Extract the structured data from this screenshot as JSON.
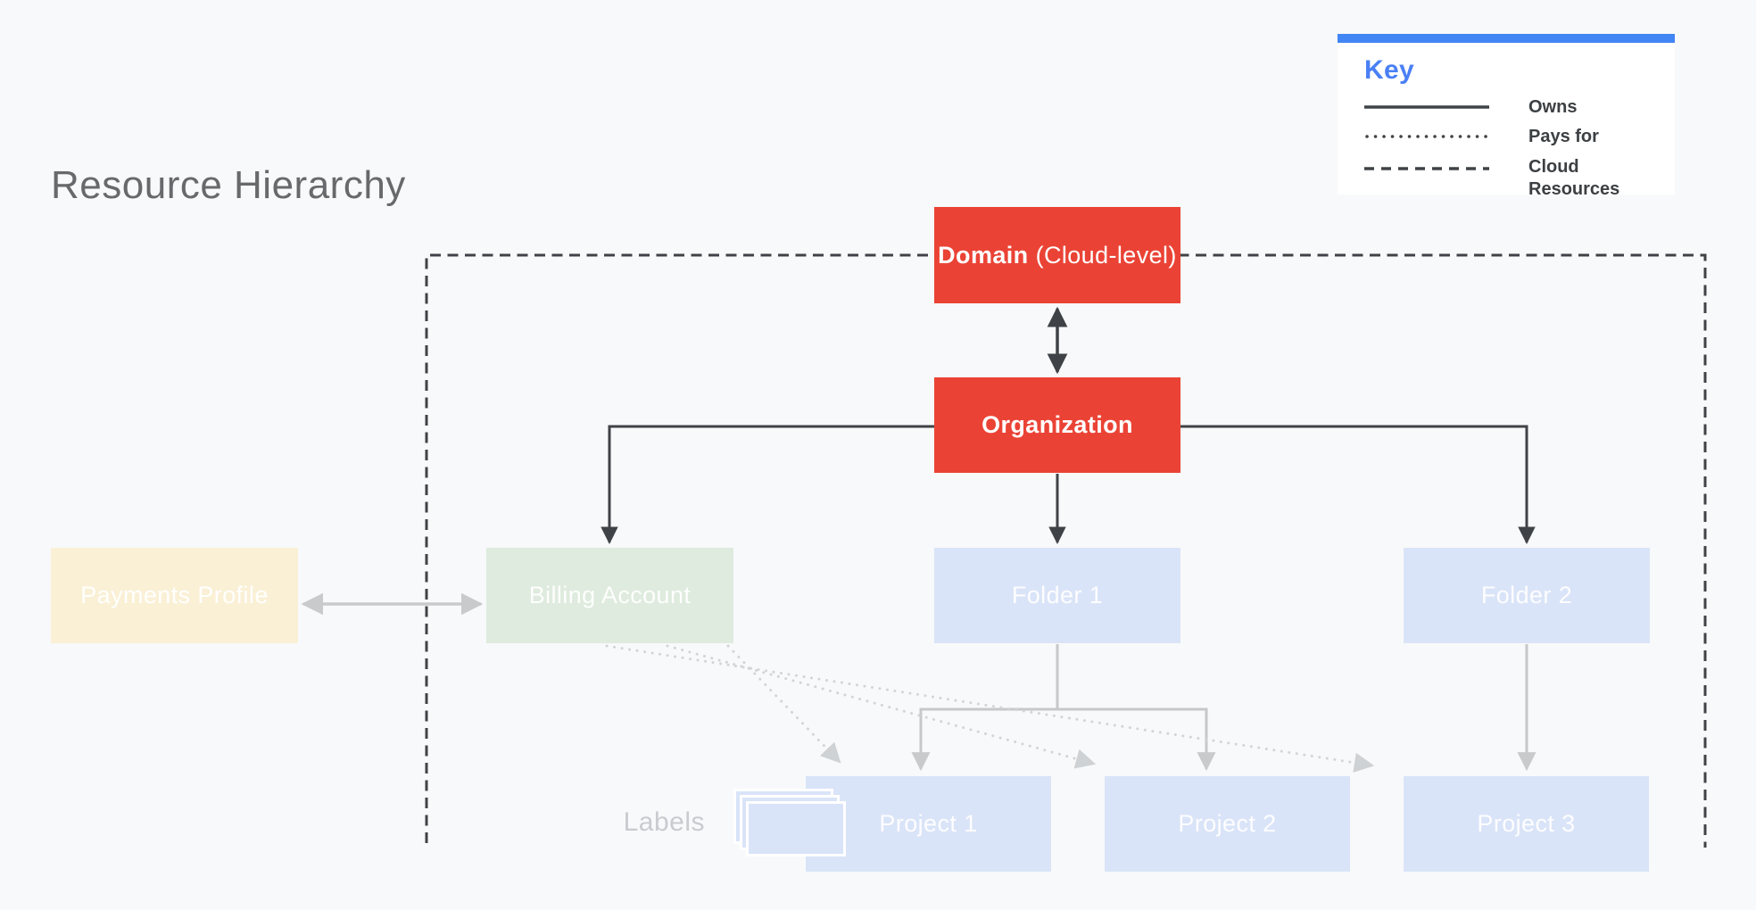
{
  "title": "Resource Hierarchy",
  "key": {
    "heading": "Key",
    "entries": [
      {
        "label": "Owns",
        "style": "solid"
      },
      {
        "label": "Pays for",
        "style": "dotted"
      },
      {
        "label": "Cloud Resources",
        "style": "dashed"
      }
    ]
  },
  "nodes": {
    "domain_bold": "Domain",
    "domain_suffix": "(Cloud-level)",
    "organization": "Organization",
    "payments_profile": "Payments Profile",
    "billing_account": "Billing Account",
    "folder1": "Folder 1",
    "folder2": "Folder 2",
    "project1": "Project 1",
    "project2": "Project 2",
    "project3": "Project 3"
  },
  "annotations": {
    "labels": "Labels"
  },
  "colors": {
    "background": "#F8F9FA",
    "node_red": "#EA4335",
    "accent_blue": "#4285F4",
    "node_light_blue": "#DAE4F8",
    "node_green": "#DEEBDE",
    "node_tan": "#FAF0D6",
    "dark_line": "#3F4347",
    "light_line": "#C8CACC",
    "dotted_line": "#D2D5D7",
    "title_gray": "#67696C",
    "labels_gray": "#C8CBD0"
  }
}
